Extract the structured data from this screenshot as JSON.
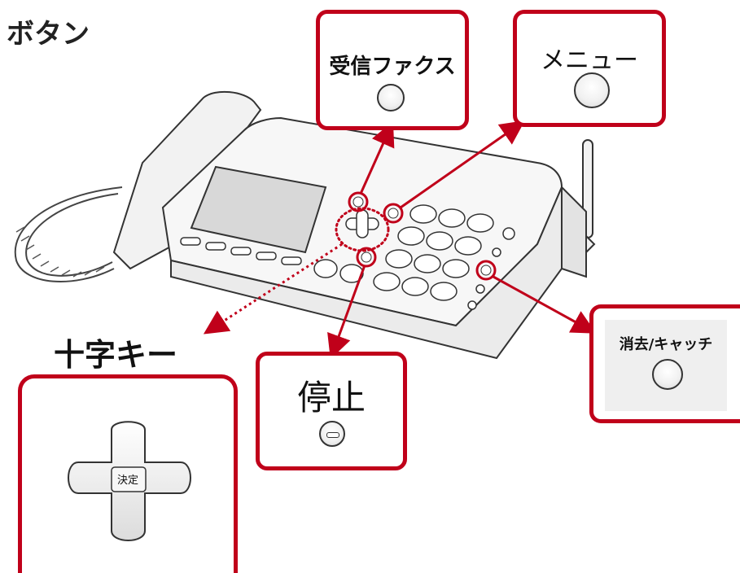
{
  "title": "ボタン",
  "callouts": {
    "receive_fax": {
      "label": "受信ファクス"
    },
    "menu": {
      "label": "メニュー"
    },
    "stop": {
      "label": "停止"
    },
    "clear_catch": {
      "label": "消去/キャッチ"
    }
  },
  "cross_key": {
    "label": "十字キー",
    "center_label": "決定"
  },
  "colors": {
    "accent": "#c0001a",
    "outline": "#333333"
  }
}
